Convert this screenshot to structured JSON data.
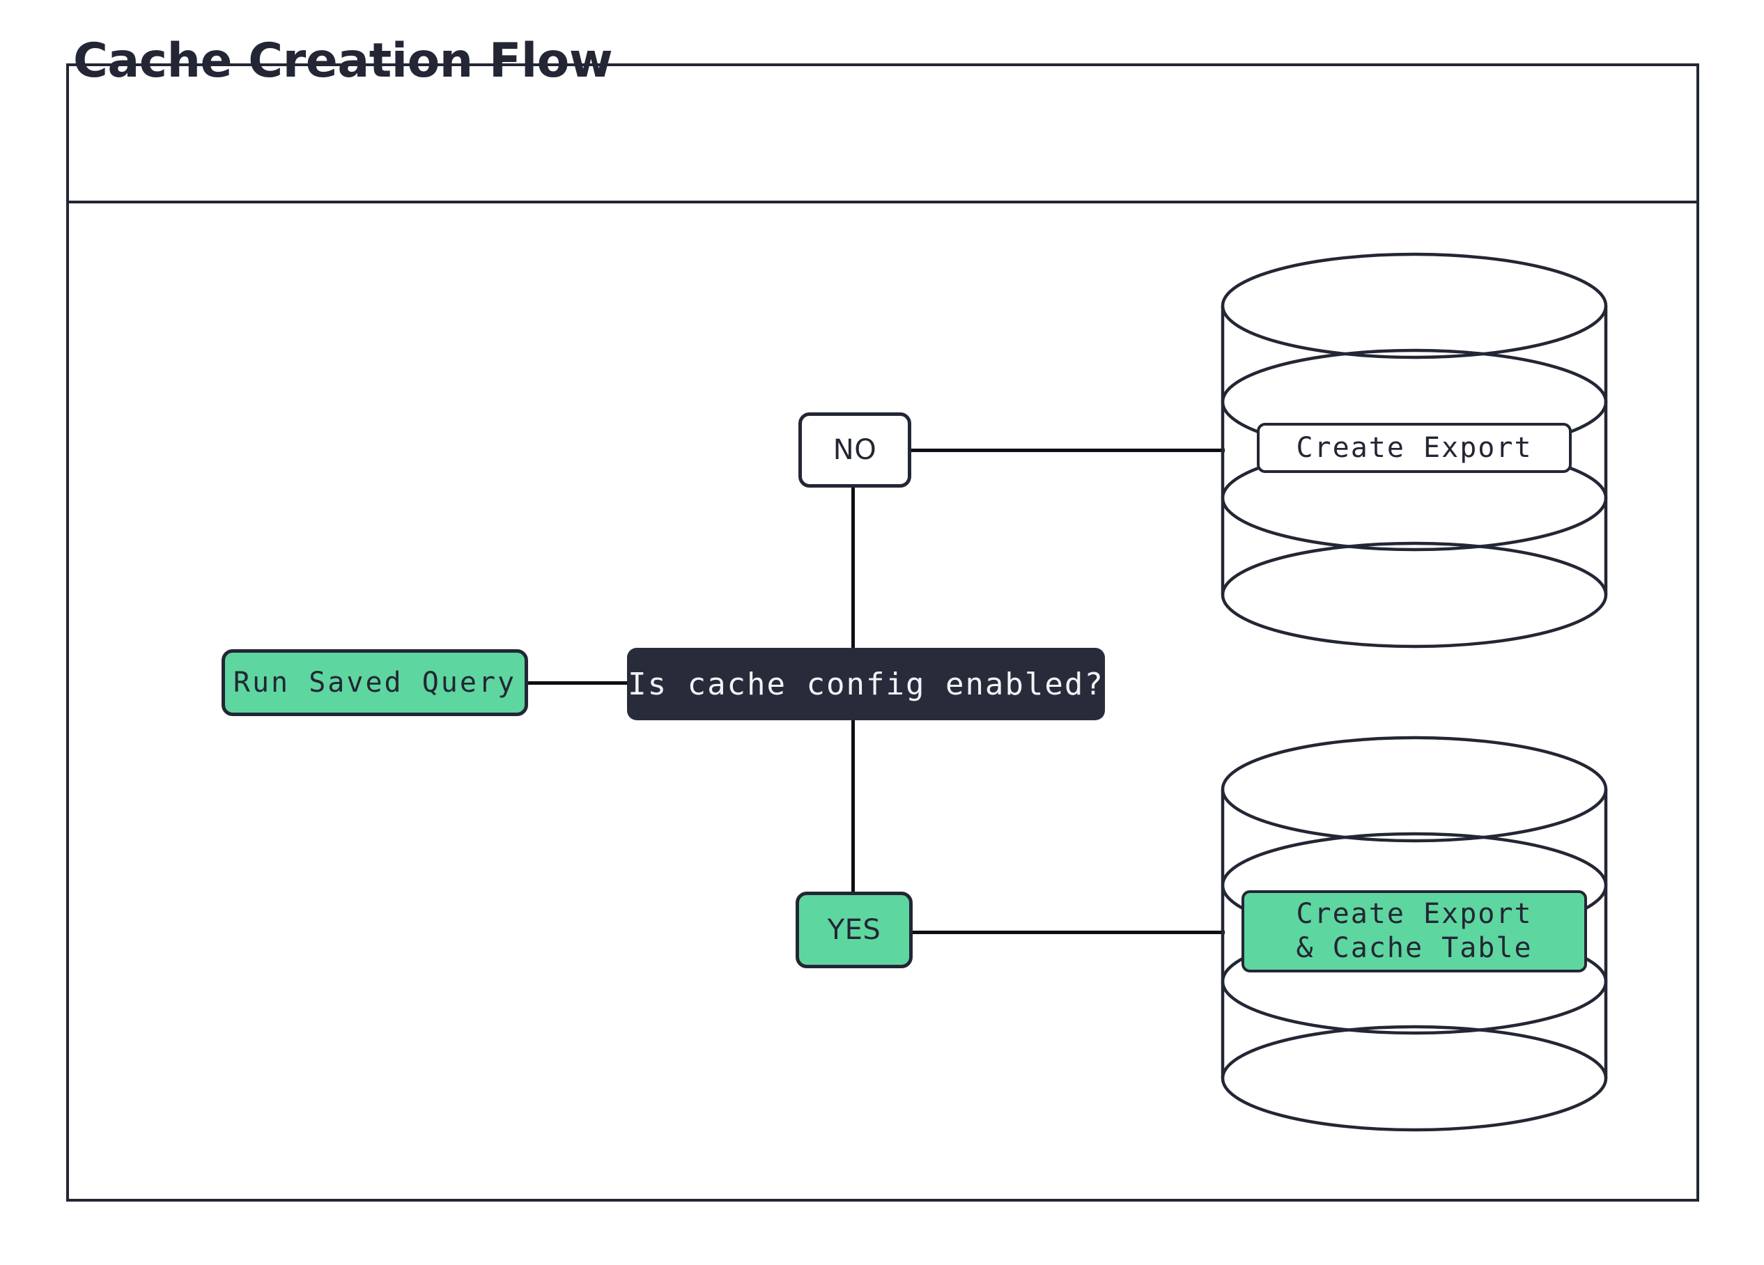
{
  "diagram": {
    "title": "Cache Creation Flow",
    "type": "flowchart",
    "direction": "left-to-right",
    "colors": {
      "stroke": "#232634",
      "accent_green": "#5ed6a0",
      "decision_fill": "#282c3a",
      "decision_text": "#f2f3f7",
      "background": "#ffffff"
    },
    "nodes": {
      "start": {
        "id": "run-saved-query",
        "label": "Run Saved Query",
        "shape": "rounded-rect",
        "fill": "#5ed6a0"
      },
      "decision": {
        "id": "is-cache-config-enabled",
        "label": "Is cache config enabled?",
        "shape": "rounded-rect",
        "fill": "#282c3a"
      },
      "branch_no": {
        "id": "branch-no",
        "label": "NO",
        "shape": "rounded-rect",
        "fill": "#ffffff"
      },
      "branch_yes": {
        "id": "branch-yes",
        "label": "YES",
        "shape": "rounded-rect",
        "fill": "#5ed6a0"
      },
      "db_export": {
        "id": "create-export-db",
        "label": "Create Export",
        "shape": "cylinder",
        "label_fill": "#ffffff"
      },
      "db_export_cache": {
        "id": "create-export-cache-table-db",
        "label_line1": "Create Export",
        "label_line2": "& Cache Table",
        "shape": "cylinder",
        "label_fill": "#5ed6a0"
      }
    },
    "edges": [
      {
        "from": "run-saved-query",
        "to": "is-cache-config-enabled",
        "label": ""
      },
      {
        "from": "is-cache-config-enabled",
        "to": "branch-no",
        "label": "NO"
      },
      {
        "from": "is-cache-config-enabled",
        "to": "branch-yes",
        "label": "YES"
      },
      {
        "from": "branch-no",
        "to": "create-export-db",
        "label": ""
      },
      {
        "from": "branch-yes",
        "to": "create-export-cache-table-db",
        "label": ""
      }
    ]
  }
}
